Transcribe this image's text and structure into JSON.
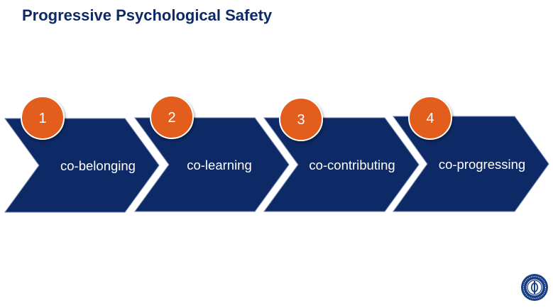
{
  "slide": {
    "title": "Progressive Psychological Safety"
  },
  "steps": [
    {
      "number": "1",
      "label": "co-belonging"
    },
    {
      "number": "2",
      "label": "co-learning"
    },
    {
      "number": "3",
      "label": "co-contributing"
    },
    {
      "number": "4",
      "label": "co-progressing"
    }
  ],
  "colors": {
    "title": "#0d2a66",
    "chevron_fill": "#0d2a66",
    "chevron_stroke": "#6b7fae",
    "badge_fill": "#e35d1a",
    "badge_stroke": "#ffffff",
    "text": "#ffffff"
  },
  "logo": {
    "icon": "institution-seal-icon"
  }
}
